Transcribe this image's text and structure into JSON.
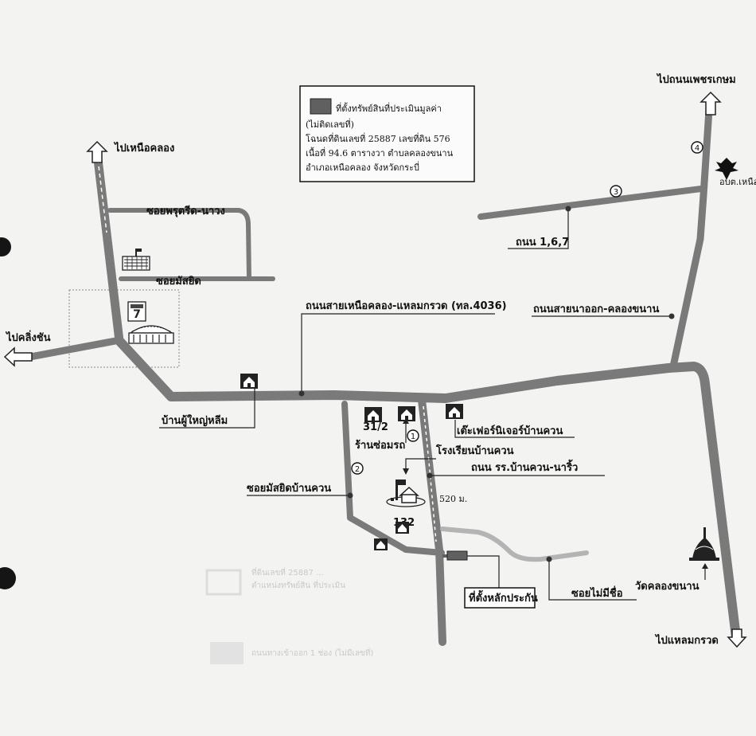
{
  "legend": {
    "line1": "ที่ตั้งทรัพย์สินที่ประเมินมูลค่า",
    "line2": "(ไม่ติดเลขที่)",
    "line3": "โฉนดที่ดินเลขที่ 25887 เลขที่ดิน 576",
    "line4": "เนื้อที่ 94.6 ตารางวา ตำบลคลองขนาน",
    "line5": "อำเภอเหนือคลอง จังหวัดกระบี่"
  },
  "directions": {
    "north_left": "ไปเหนือคลอง",
    "north_right": "ไปถนนเพชรเกษม",
    "west": "ไปคลิ่งชัน",
    "south": "ไปแหลมกรวด"
  },
  "labels": {
    "soi_top": "ซอยพรุตรีด-นาวง",
    "soi_masjid": "ซอยมัสยิด",
    "road_167": "ถนน 1,6,7",
    "main_road": "ถนนสายเหนือคลอง-แหลมกรวด (ทล.4036)",
    "road_naok": "ถนนสายนาออก-คลองขนาน",
    "ban_phuyai": "บ้านผู้ใหญ่หลีม",
    "furniture": "เต๊ะเฟอร์นิเจอร์บ้านควน",
    "school": "โรงเรียนบ้านควน",
    "school_road": "ถนน รร.บ้านควน-นาริ้ว",
    "repair": "ร้านซ่อมรถ",
    "house_312": "31/2",
    "house_132": "132",
    "soi_masjid_bankuan": "ซอยมัสยิดบ้านควน",
    "distance": "520 ม.",
    "marker_box": "ที่ตั้งหลักประกัน",
    "soi_noname": "ซอยไม่มีชื่อ",
    "temple": "วัดคลองขนาน",
    "obt": "อบต.เหนือค",
    "store_brand": "7",
    "faded_1": "ที่ดินเลขที่ 25887 ...",
    "faded_2": "ตำแหน่งทรัพย์สิน ที่ประเมิน",
    "faded_3": "ถนนทางเข้าออก 1 ช่อง (ไม่มีเลขที่)"
  },
  "markers": [
    "1",
    "2",
    "3",
    "4"
  ],
  "colors": {
    "road": "#7a7a7a",
    "road_light": "#b4b4b4",
    "property": "#606060",
    "background": "#f3f3f1"
  },
  "icons": [
    "house-icon",
    "school-icon",
    "temple-icon",
    "garuda-icon",
    "convenience-store-icon",
    "market-icon",
    "arrow-up-icon",
    "arrow-left-icon",
    "arrow-down-icon"
  ]
}
